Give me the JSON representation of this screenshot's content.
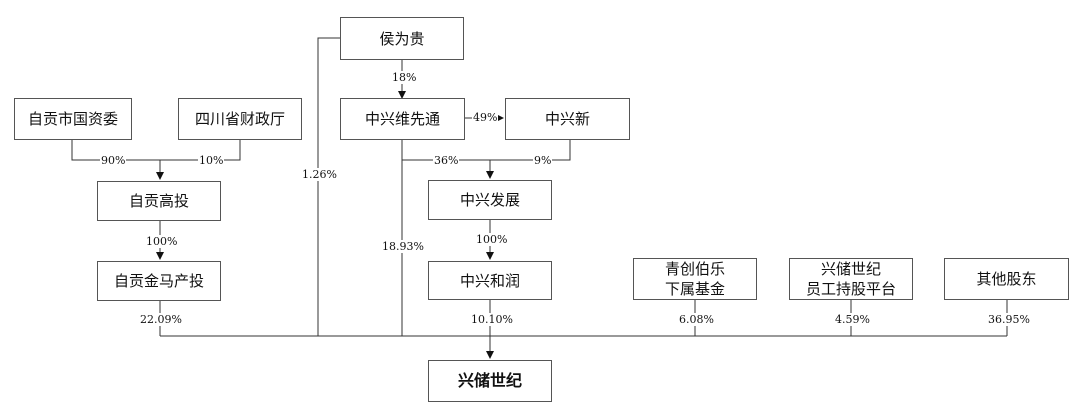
{
  "nodes": {
    "hou_weigui": "侯为贵",
    "zigong_sasac": "自贡市国资委",
    "sichuan_finance": "四川省财政厅",
    "zte_weixiantong": "中兴维先通",
    "zte_xin": "中兴新",
    "zigong_gaotou": "自贡高投",
    "zte_fazhan": "中兴发展",
    "zigong_jinma": "自贡金马产投",
    "zte_herun": "中兴和润",
    "qingchuang_fund": "青创伯乐\n下属基金",
    "employee_platform": "兴储世纪\n员工持股平台",
    "other_shareholders": "其他股东",
    "target": "兴储世纪"
  },
  "edges": {
    "hou_to_wxt": "18%",
    "hou_to_target": "1.26%",
    "wxt_to_xin": "49%",
    "sasac_to_gaotou": "90%",
    "finance_to_gaotou": "10%",
    "wxt_to_fazhan": "36%",
    "xin_to_fazhan": "9%",
    "gaotou_to_jinma": "100%",
    "wxt_to_target": "18.93%",
    "fazhan_to_herun": "100%",
    "jinma_to_target": "22.09%",
    "herun_to_target": "10.10%",
    "qingchuang_to_target": "6.08%",
    "employee_to_target": "4.59%",
    "other_to_target": "36.95%"
  }
}
